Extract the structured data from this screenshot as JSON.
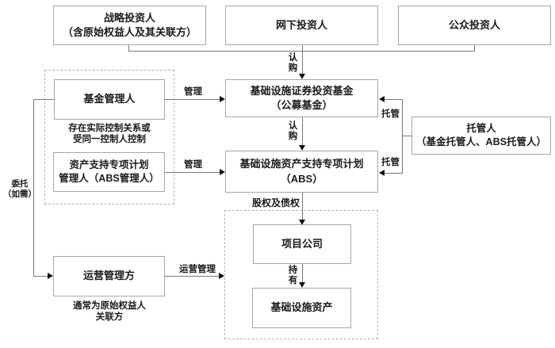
{
  "nodes": {
    "strategic": {
      "line1": "战略投资人",
      "line2": "（含原始权益人及其关联方）"
    },
    "offline": {
      "line1": "网下投资人"
    },
    "public": {
      "line1": "公众投资人"
    },
    "fund": {
      "line1": "基础设施证券投资基金",
      "line2": "（公募基金）"
    },
    "fund_manager": {
      "line1": "基金管理人"
    },
    "abs_manager": {
      "line1": "资产支持专项计划",
      "line2": "管理人（ABS管理人）"
    },
    "custodian": {
      "line1": "托管人",
      "line2": "（基金托管人、ABS托管人）"
    },
    "abs_plan": {
      "line1": "基础设施资产支持专项计划",
      "line2": "（ABS）"
    },
    "project_company": {
      "line1": "项目公司"
    },
    "infrastructure_asset": {
      "line1": "基础设施资产"
    },
    "operator": {
      "line1": "运营管理方"
    }
  },
  "edge_labels": {
    "subscribe_investors": "认购",
    "subscribe_fund": "认购",
    "manage_fund": "管理",
    "manage_abs": "管理",
    "custody_fund": "托管",
    "custody_abs": "托管",
    "equity_and_debt": "股权及债权",
    "hold": "持有",
    "operation_management": "运营管理",
    "entrust_line1": "委托",
    "entrust_line2": "（如需）"
  },
  "notes": {
    "control_relation_line1": "存在实际控制关系或",
    "control_relation_line2": "受同一控制人控制",
    "operator_note_line1": "通常为原始权益人",
    "operator_note_line2": "关联方"
  },
  "colors": {
    "background": "#ffffff",
    "box_border": "#a6a6a6",
    "dashed_border": "#b5b5b5",
    "connector": "#787878",
    "arrow": "#141414",
    "text": "#1a1a1a"
  }
}
